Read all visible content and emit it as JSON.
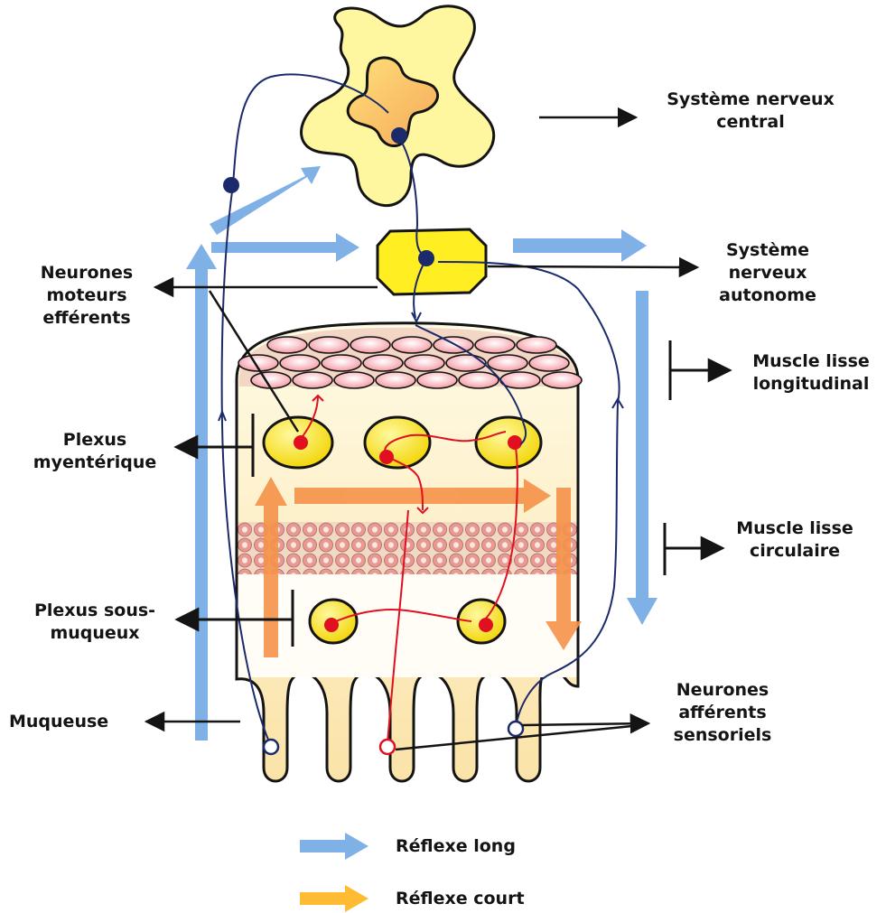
{
  "labels": {
    "cns": "Système nerveux\ncentral",
    "ans": "Système\nnerveux\nautonome",
    "motor": "Neurones\nmoteurs\nefférents",
    "long_muscle": "Muscle lisse\nlongitudinal",
    "myenteric": "Plexus\nmyentérique",
    "circ_muscle": "Muscle lisse\ncirculaire",
    "submucosal": "Plexus sous-\nmuqueux",
    "mucosa": "Muqueuse",
    "afferent": "Neurones\nafférents\nsensoriels"
  },
  "legend": {
    "long_reflex": "Réflexe long",
    "short_reflex": "Réflexe court"
  },
  "colors": {
    "long_reflex": "#7fb0e6",
    "short_reflex": "#ffbb33",
    "short_reflex_in_diagram": "#f5924a",
    "afferent_neuron": "#1a2a6b",
    "local_neuron": "#e01020",
    "ganglion_fill": "#ffee33",
    "cns_fill": "#fff8a8",
    "muscle_cell": "#f2a0a8"
  }
}
